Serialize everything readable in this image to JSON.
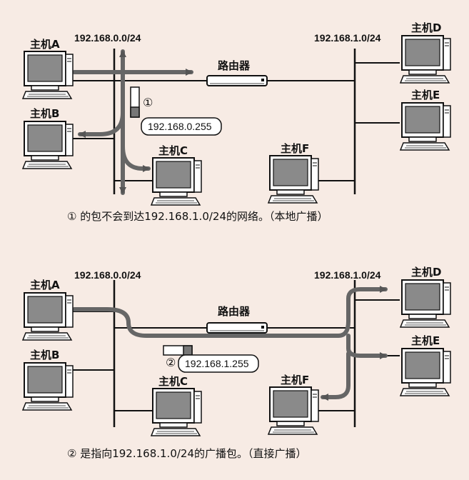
{
  "diagram1": {
    "network_left": "192.168.0.0/24",
    "network_right": "192.168.1.0/24",
    "router": "路由器",
    "hosts": {
      "A": "主机A",
      "B": "主机B",
      "C": "主机C",
      "D": "主机D",
      "E": "主机E",
      "F": "主机F"
    },
    "marker": "①",
    "packet_address": "192.168.0.255",
    "caption": "① 的包不会到达192.168.1.0/24的网络。（本地广播）"
  },
  "diagram2": {
    "network_left": "192.168.0.0/24",
    "network_right": "192.168.1.0/24",
    "router": "路由器",
    "hosts": {
      "A": "主机A",
      "B": "主机B",
      "C": "主机C",
      "D": "主机D",
      "E": "主机E",
      "F": "主机F"
    },
    "marker": "②",
    "packet_address": "192.168.1.255",
    "caption": "② 是指向192.168.1.0/24的广播包。（直接广播）"
  }
}
